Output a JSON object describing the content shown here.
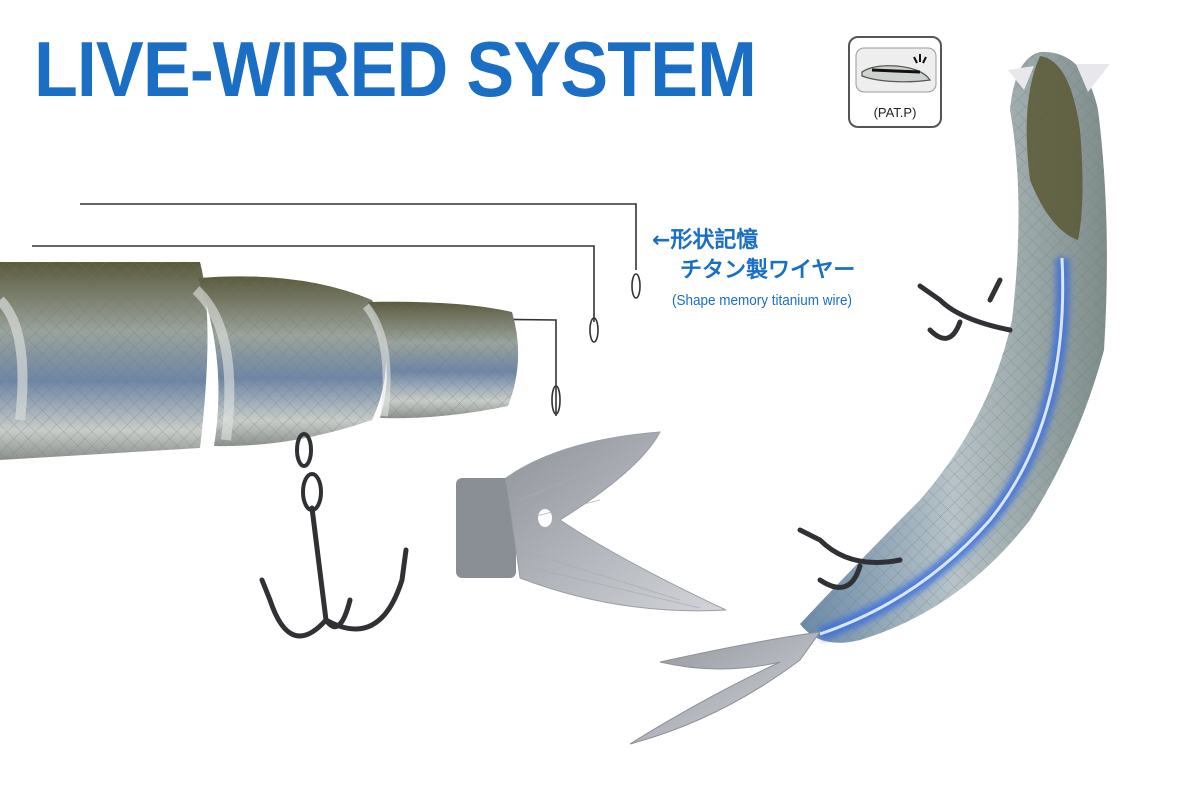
{
  "title": "LIVE-WIRED SYSTEM",
  "patent_badge": {
    "label": "(PAT.P)",
    "icon": "lure-wire-icon"
  },
  "callout": {
    "arrow_line": "←形状記憶",
    "line2": "チタン製ワイヤー",
    "english": "(Shape memory titanium wire)"
  },
  "colors": {
    "title_blue": "#1a6fc4",
    "lure_body": "#9aa6a0",
    "lure_back": "#5c5a3a",
    "wire_glow": "#3a6fe0",
    "tail_clear": "#b9bcc4"
  }
}
